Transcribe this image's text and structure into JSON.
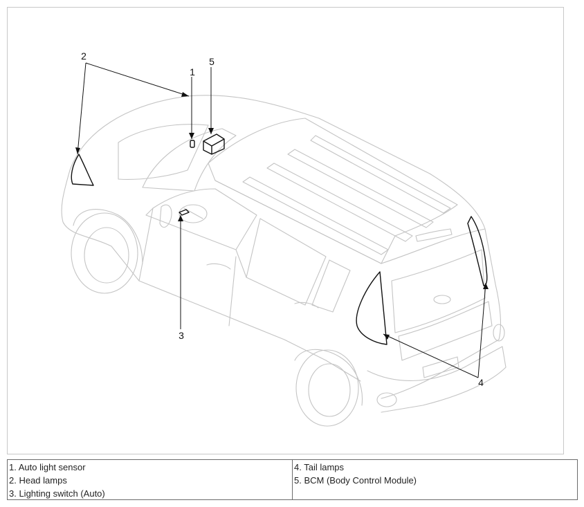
{
  "diagram": {
    "callouts": [
      "1",
      "2",
      "3",
      "4",
      "5"
    ]
  },
  "legend": {
    "left": [
      "1. Auto light sensor",
      "2. Head lamps",
      "3. Lighting switch (Auto)"
    ],
    "right": [
      "4. Tail lamps",
      "5. BCM (Body Control Module)"
    ]
  },
  "colors": {
    "outline": "#c4c4c4",
    "highlight": "#111111"
  }
}
